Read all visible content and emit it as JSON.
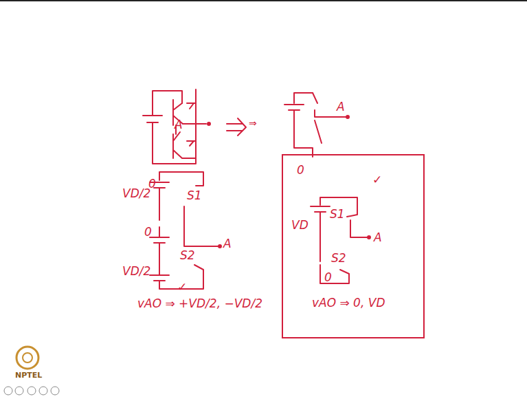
{
  "diagram": {
    "nodes": [
      {
        "text": [
          "✓",
          "S1",
          "VD",
          "A",
          "S2",
          "0",
          "vAO ⇒ 0, VD"
        ]
      }
    ],
    "labels": [
      "A",
      "0",
      "⇒",
      "A",
      "0",
      "VD/2",
      "S1",
      "0",
      "VD/2",
      "S2",
      "A",
      "✓",
      "vAO ⇒ +VD/2, −VD/2",
      "NPTEL"
    ]
  }
}
